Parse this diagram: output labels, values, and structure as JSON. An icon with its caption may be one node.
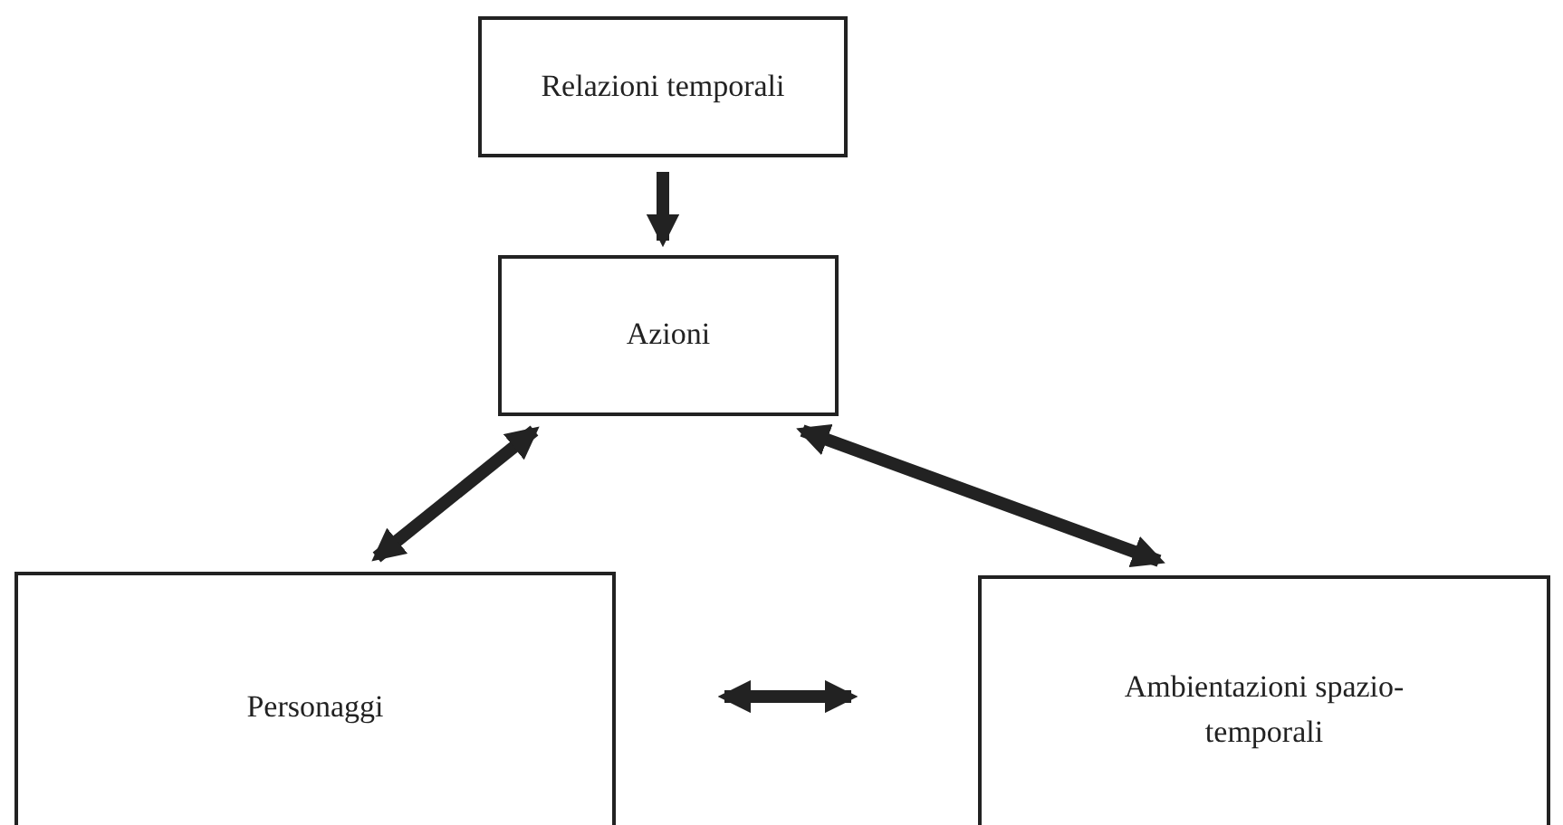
{
  "diagram": {
    "nodes": [
      {
        "text": [
          "Relazioni temporali"
        ]
      },
      {
        "text": [
          "Azioni"
        ]
      },
      {
        "text": [
          "Personaggi"
        ]
      },
      {
        "text": [
          "Ambientazioni spazio-temporali"
        ]
      }
    ],
    "edges": [
      {
        "from": 0,
        "to": 1,
        "arrow": "to"
      },
      {
        "from": 1,
        "to": 2,
        "arrow": "both"
      },
      {
        "from": 1,
        "to": 3,
        "arrow": "both"
      },
      {
        "from": 2,
        "to": 3,
        "arrow": "both"
      }
    ]
  }
}
